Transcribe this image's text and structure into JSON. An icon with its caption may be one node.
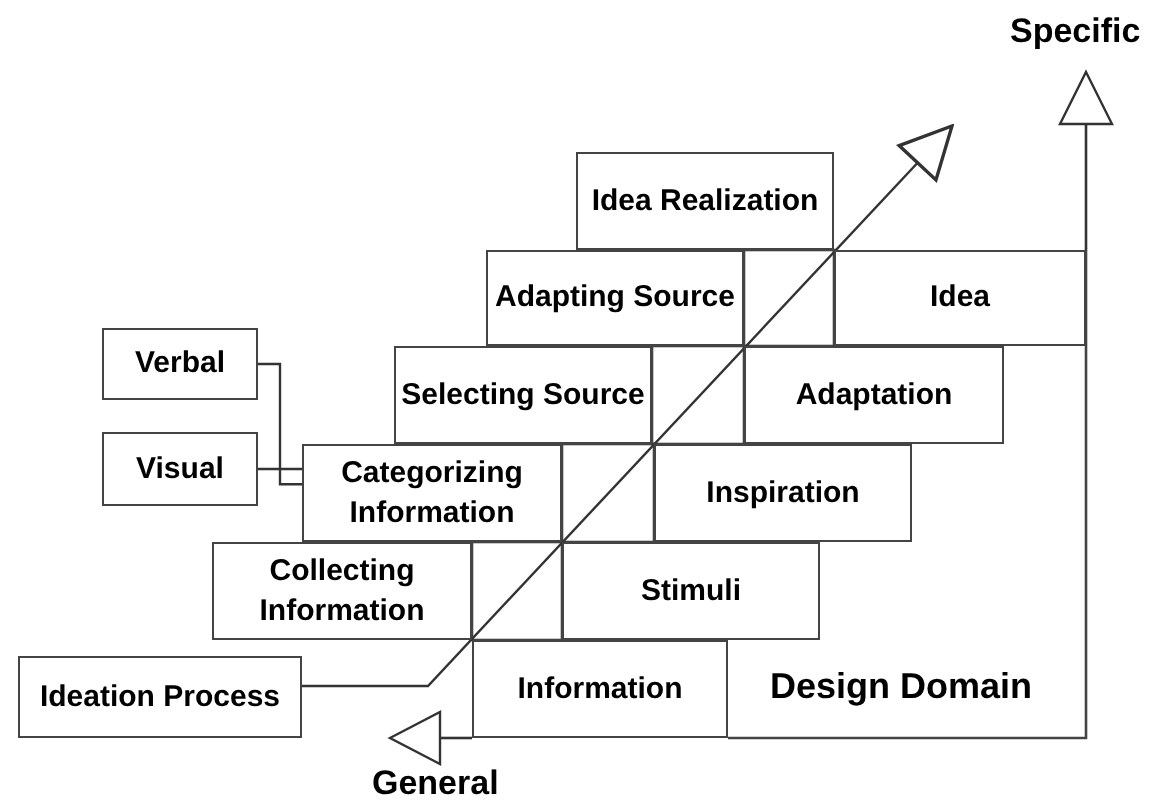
{
  "diagram": {
    "nodes": [
      {
        "text": [
          "Idea Realization"
        ]
      },
      {
        "text": [
          "Adapting Source"
        ]
      },
      {
        "text": [
          "Idea"
        ]
      },
      {
        "text": [
          "Selecting Source"
        ]
      },
      {
        "text": [
          "Adaptation"
        ]
      },
      {
        "text": [
          "Verbal"
        ]
      },
      {
        "text": [
          "Visual"
        ]
      },
      {
        "text": [
          "Categorizing Information"
        ]
      },
      {
        "text": [
          "Inspiration"
        ]
      },
      {
        "text": [
          "Collecting Information"
        ]
      },
      {
        "text": [
          "Stimuli"
        ]
      },
      {
        "text": [
          "Ideation Process"
        ]
      },
      {
        "text": [
          "Information"
        ]
      }
    ],
    "edges": [
      {
        "from": 5,
        "to": 7,
        "arrow": "none"
      },
      {
        "from": 6,
        "to": 7,
        "arrow": "none"
      },
      {
        "from": 11,
        "to": null,
        "arrow": "to"
      }
    ],
    "labels": [
      "Specific",
      "Design Domain",
      "General"
    ]
  }
}
